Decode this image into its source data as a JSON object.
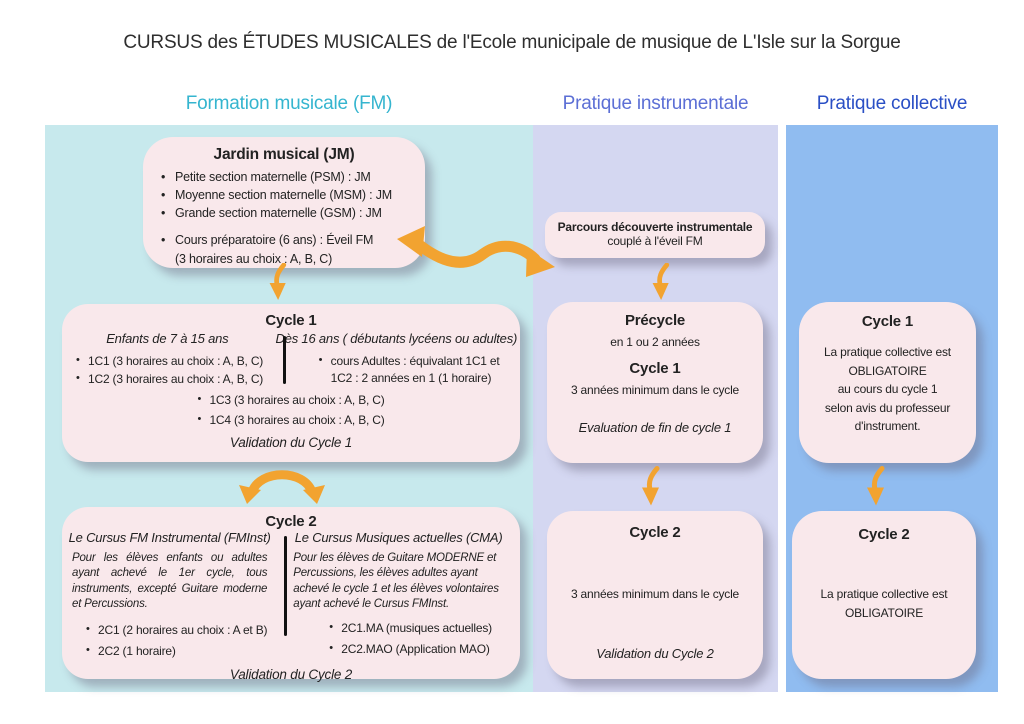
{
  "title": "CURSUS des ÉTUDES MUSICALES de l'Ecole municipale de musique de L'Isle sur la Sorgue",
  "colors": {
    "fm_header": "#35b5cf",
    "inst_header": "#5c6fd5",
    "coll_header": "#2a4fc5",
    "fm_bg": "#c7e9ed",
    "inst_bg": "#d4d7f1",
    "coll_bg": "#90bcf0",
    "box_bg": "#f9e8eb",
    "arrow": "#F2A330"
  },
  "headers": {
    "fm": "Formation musicale (FM)",
    "inst": "Pratique instrumentale",
    "coll": "Pratique collective"
  },
  "jardin": {
    "title": "Jardin musical  (JM)",
    "bullets": [
      "Petite section maternelle (PSM) : JM",
      "Moyenne section maternelle (MSM) : JM",
      "Grande section maternelle (GSM) : JM",
      "Cours préparatoire (6 ans) : Éveil FM"
    ],
    "bullet_cont": "(3 horaires au choix : A, B, C)"
  },
  "parcours": {
    "title": "Parcours découverte instrumentale",
    "subtitle": "couplé à l'éveil FM"
  },
  "fm_cycle1": {
    "title": "Cycle 1",
    "left_header": "Enfants de 7 à 15 ans",
    "right_header": "Dès 16 ans ( débutants lycéens ou adultes)",
    "left_bullets": [
      "1C1  (3 horaires au choix : A, B, C)",
      "1C2  (3 horaires au choix : A, B, C)"
    ],
    "right_bullet_line1": "cours Adultes  :  équivalant 1C1 et",
    "right_bullet_line2": "1C2 : 2 années en 1  (1 horaire)",
    "center_bullets": [
      "1C3  (3 horaires au choix : A, B, C)",
      "1C4  (3 horaires au choix : A, B, C)"
    ],
    "footer": "Validation du Cycle 1"
  },
  "fm_cycle2": {
    "title": "Cycle 2",
    "left_header": "Le Cursus FM Instrumental  (FMInst)",
    "left_paragraph": "Pour les élèves enfants ou adultes ayant achevé le 1er cycle, tous instruments, excepté Guitare moderne et Percussions.",
    "left_bullets": [
      "2C1  (2 horaires au choix : A et B)",
      "2C2  (1 horaire)"
    ],
    "right_header": "Le Cursus Musiques actuelles (CMA)",
    "right_paragraph": "Pour les élèves de Guitare MODERNE et Percussions, les élèves adultes ayant achevé le cycle 1 et les élèves volontaires  ayant achevé le Cursus FMInst.",
    "right_bullets": [
      "2C1.MA   (musiques actuelles)",
      "2C2.MAO   (Application MAO)"
    ],
    "footer": "Validation du Cycle 2"
  },
  "inst_box1": {
    "title1": "Précycle",
    "line1": "en 1 ou 2 années",
    "title2": "Cycle 1",
    "line2": "3 années minimum dans le cycle",
    "footer": "Evaluation de fin de cycle 1"
  },
  "inst_box2": {
    "title": "Cycle 2",
    "line": "3 années minimum dans le cycle",
    "footer": "Validation du Cycle 2"
  },
  "coll_box1": {
    "title": "Cycle 1",
    "lines": [
      "La pratique collective est",
      "OBLIGATOIRE",
      "au cours du cycle 1",
      "selon avis du professeur",
      "d'instrument."
    ]
  },
  "coll_box2": {
    "title": "Cycle 2",
    "lines": [
      "La pratique collective est",
      "OBLIGATOIRE"
    ]
  }
}
